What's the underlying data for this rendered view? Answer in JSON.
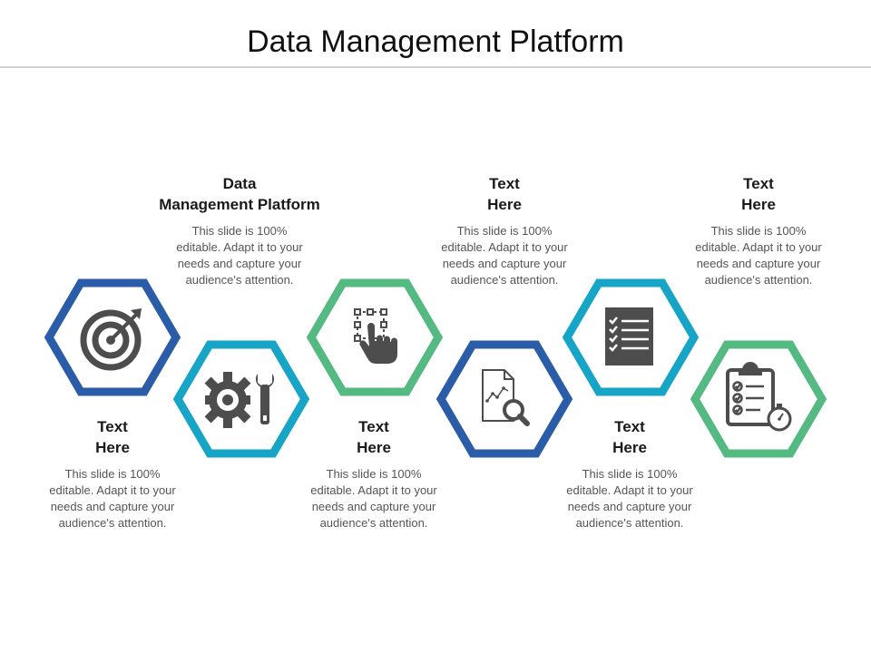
{
  "title": "Data Management Platform",
  "colors": {
    "dark_blue": "#2b5ca8",
    "cyan": "#16a5c7",
    "green": "#55b982",
    "icon_gray": "#4d4d4d"
  },
  "items": [
    {
      "heading": "Text\nHere",
      "description": "This slide is 100% editable. Adapt it to your needs and capture your audience's attention.",
      "icon": "target-icon",
      "color": "#2b5ca8"
    },
    {
      "heading": "Data\nManagement Platform",
      "description": "This slide is 100% editable. Adapt it to your needs and capture your audience's attention.",
      "icon": "gear-wrench-icon",
      "color": "#16a5c7"
    },
    {
      "heading": "Text\nHere",
      "description": "This slide is 100% editable. Adapt it to your needs and capture your audience's attention.",
      "icon": "touch-select-icon",
      "color": "#55b982"
    },
    {
      "heading": "Text\nHere",
      "description": "This slide is 100% editable. Adapt it to your needs and capture your audience's attention.",
      "icon": "document-search-icon",
      "color": "#2b5ca8"
    },
    {
      "heading": "Text\nHere",
      "description": "This slide is 100% editable. Adapt it to your needs and capture your audience's attention.",
      "icon": "checklist-icon",
      "color": "#16a5c7"
    },
    {
      "heading": "Text\nHere",
      "description": "This slide is 100% editable. Adapt it to your needs and capture your audience's attention.",
      "icon": "clipboard-stopwatch-icon",
      "color": "#55b982"
    }
  ]
}
